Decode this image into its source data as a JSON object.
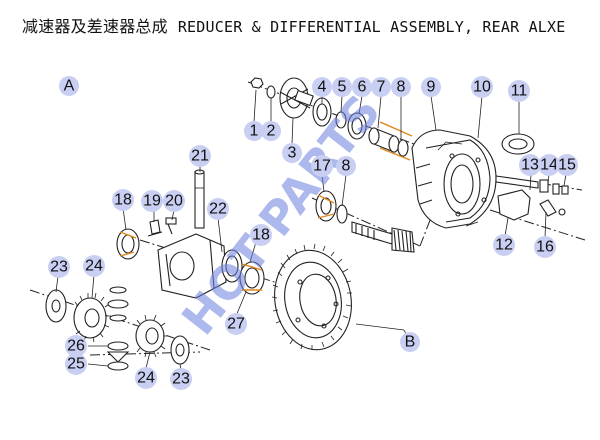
{
  "title": {
    "cn": "减速器及差速器总成",
    "en": "REDUCER & DIFFERENTIAL ASSEMBLY, REAR ALXE"
  },
  "section_label": "A",
  "watermark": "HOT PARTS",
  "reference_label": "B",
  "callouts": {
    "c1": "1",
    "c2": "2",
    "c3": "3",
    "c4": "4",
    "c5": "5",
    "c6": "6",
    "c7": "7",
    "c8a": "8",
    "c9": "9",
    "c10": "10",
    "c11": "11",
    "c12": "12",
    "c13": "13",
    "c14": "14",
    "c15": "15",
    "c16": "16",
    "c17": "17",
    "c8b": "8",
    "c18a": "18",
    "c19": "19",
    "c20": "20",
    "c21": "21",
    "c22": "22",
    "c18b": "18",
    "c23a": "23",
    "c24a": "24",
    "c27": "27",
    "c26": "26",
    "c25": "25",
    "c24b": "24",
    "c23b": "23"
  },
  "colors": {
    "callout_fill": "#c8cff2",
    "watermark": "#6b7fe0",
    "ink": "#222222"
  }
}
